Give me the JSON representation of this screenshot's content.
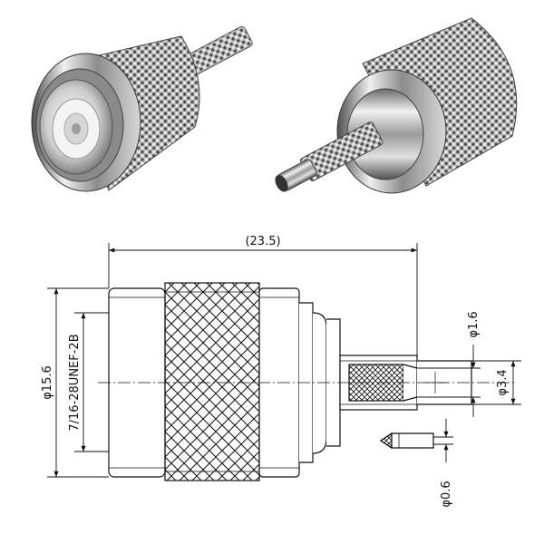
{
  "dimensions": {
    "overall_length": "(23.5)",
    "body_diameter": "φ15.6",
    "thread_spec": "7/16-28UNEF-2B",
    "crimp_ferrule_diameter": "φ3.4",
    "crimp_inner_diameter": "φ1.6",
    "pin_diameter": "φ0.6"
  },
  "colors": {
    "line": "#111111",
    "metal_light": "#e6e6e6",
    "metal_dark": "#555555"
  }
}
